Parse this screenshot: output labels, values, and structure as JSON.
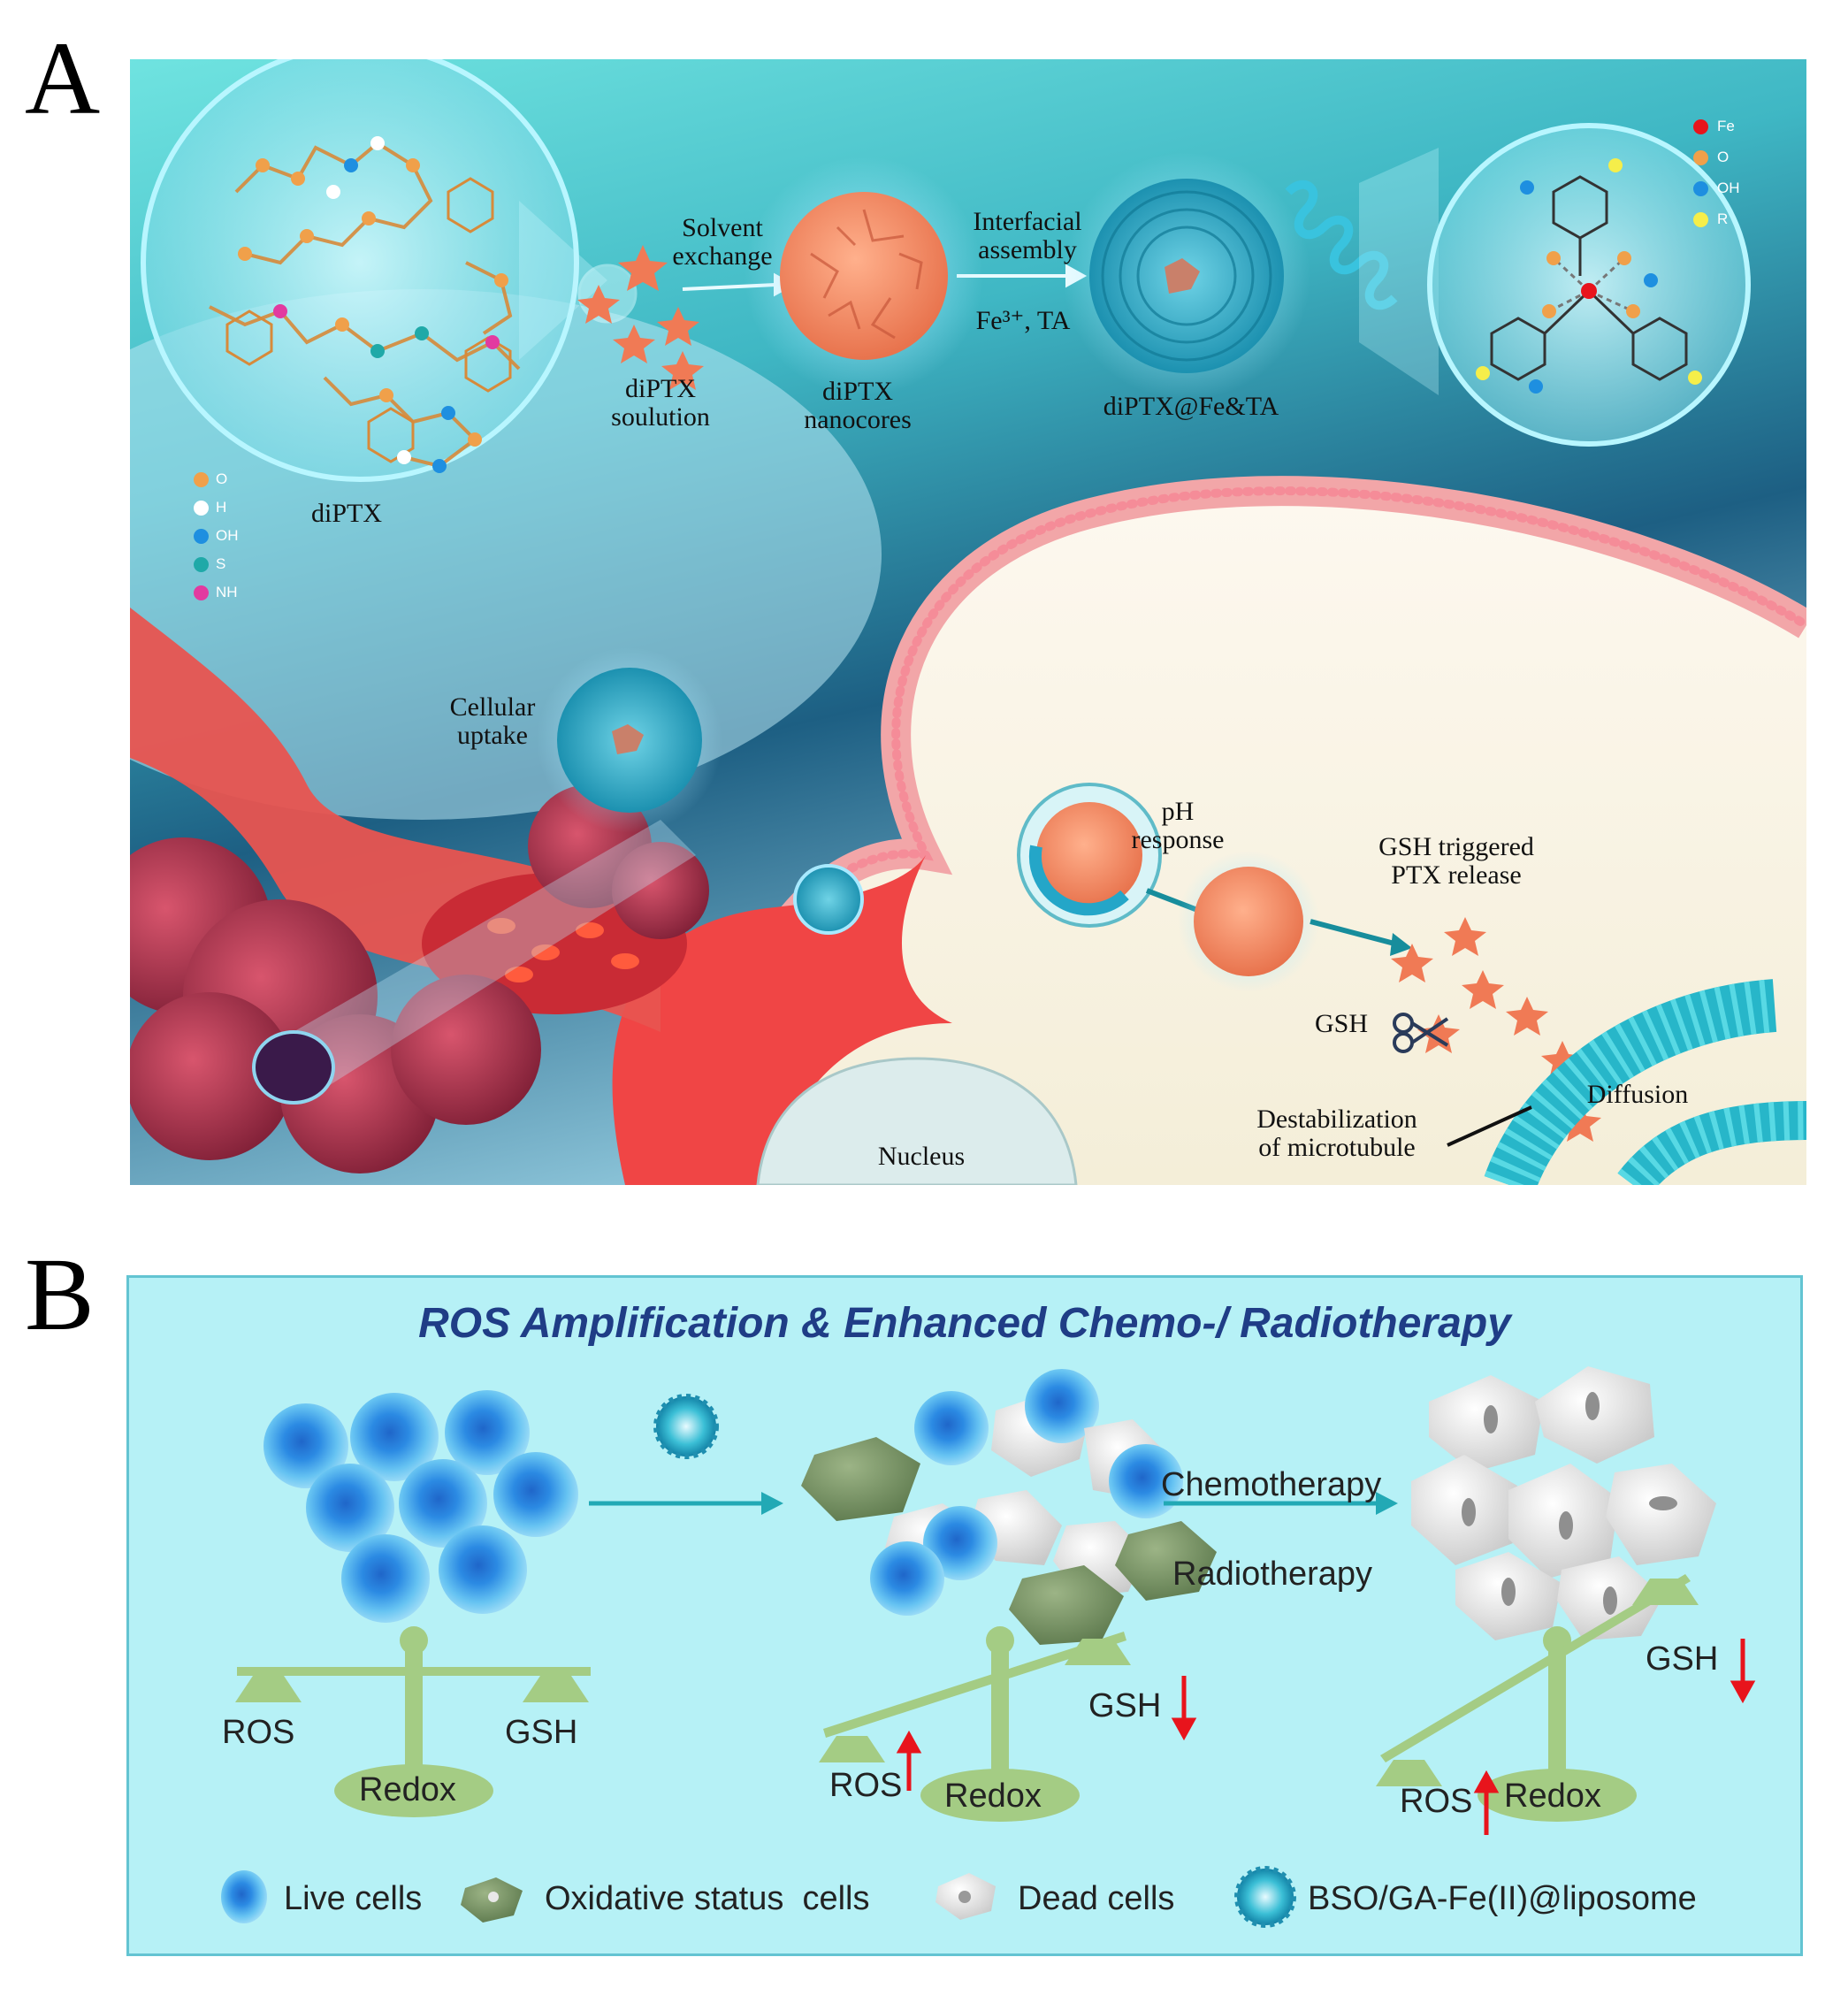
{
  "panel_a": {
    "letter": "A",
    "labels": {
      "solvent_exchange": "Solvent\nexchange",
      "interfacial_assembly": "Interfacial\nassembly",
      "fe_ta": "Fe³⁺, TA",
      "diptx_solution": "diPTX\nsoulution",
      "diptx_nanocores": "diPTX\nnanocores",
      "diptx_fe_ta": "diPTX@Fe&TA",
      "diptx": "diPTX",
      "cellular_uptake": "Cellular\nuptake",
      "ph_response": "pH\nresponse",
      "gsh_triggered": "GSH triggered\nPTX release",
      "gsh": "GSH",
      "diffusion": "Diffusion",
      "destabilization": "Destabilization\nof microtubule",
      "nucleus": "Nucleus"
    },
    "legend_left": [
      {
        "label": "O",
        "color": "#f0a04a"
      },
      {
        "label": "H",
        "color": "#ffffff"
      },
      {
        "label": "OH",
        "color": "#1e8fe0"
      },
      {
        "label": "S",
        "color": "#1fa9a8"
      },
      {
        "label": "NH",
        "color": "#e23aa0"
      }
    ],
    "legend_right": [
      {
        "label": "Fe",
        "color": "#e8141c"
      },
      {
        "label": "O",
        "color": "#f0a04a"
      },
      {
        "label": "OH",
        "color": "#1e8fe0"
      },
      {
        "label": "R",
        "color": "#f5ee4a"
      }
    ]
  },
  "panel_b": {
    "letter": "B",
    "title": "ROS Amplification & Enhanced Chemo-/ Radiotherapy",
    "chemotherapy": "Chemotherapy",
    "radiotherapy": "Radiotherapy",
    "balances": [
      {
        "ros": "ROS",
        "gsh": "GSH",
        "redox": "Redox"
      },
      {
        "ros": "ROS",
        "gsh": "GSH",
        "redox": "Redox"
      },
      {
        "ros": "ROS",
        "gsh": "GSH",
        "redox": "Redox"
      }
    ],
    "legend": {
      "live": "Live cells",
      "oxidative": "Oxidative status  cells",
      "dead": "Dead cells",
      "liposome": "BSO/GA-Fe(II)@liposome"
    },
    "colors": {
      "live_cell": "#3aa6e6",
      "oxidative_cell": "#7e9a6a",
      "dead_cell": "#e6e6e6",
      "balance": "#a4cc84",
      "arrow": "#22a9b5",
      "indicator": "#e8141c"
    }
  }
}
